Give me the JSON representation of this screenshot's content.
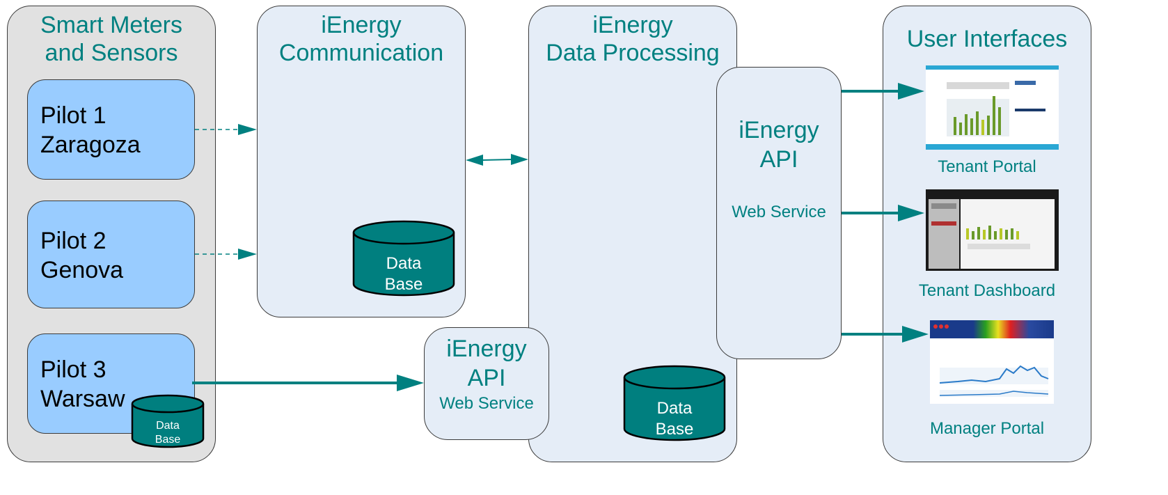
{
  "panels": {
    "sensors": {
      "title": "Smart Meters\nand Sensors"
    },
    "communication": {
      "title": "iEnergy\nCommunication"
    },
    "processing": {
      "title": "iEnergy\nData Processing"
    },
    "interfaces": {
      "title": "User Interfaces"
    }
  },
  "pilots": [
    {
      "label": "Pilot 1\nZaragoza"
    },
    {
      "label": "Pilot 2\nGenova"
    },
    {
      "label": "Pilot 3\nWarsaw"
    }
  ],
  "databases": {
    "communication": "Data\nBase",
    "processing": "Data\nBase",
    "pilot3": "Data\nBase"
  },
  "api_main": {
    "title": "iEnergy\nAPI",
    "subtitle": "Web Service"
  },
  "api_lower": {
    "title": "iEnergy\nAPI",
    "subtitle": "Web Service"
  },
  "user_interfaces": [
    {
      "label": "Tenant Portal"
    },
    {
      "label": "Tenant Dashboard"
    },
    {
      "label": "Manager Portal"
    }
  ],
  "colors": {
    "teal": "#008080",
    "db_fill": "#007f7f",
    "pilot_fill": "#99ccff",
    "panel_light": "#e5edf7",
    "panel_gray": "#e1e1e1"
  }
}
